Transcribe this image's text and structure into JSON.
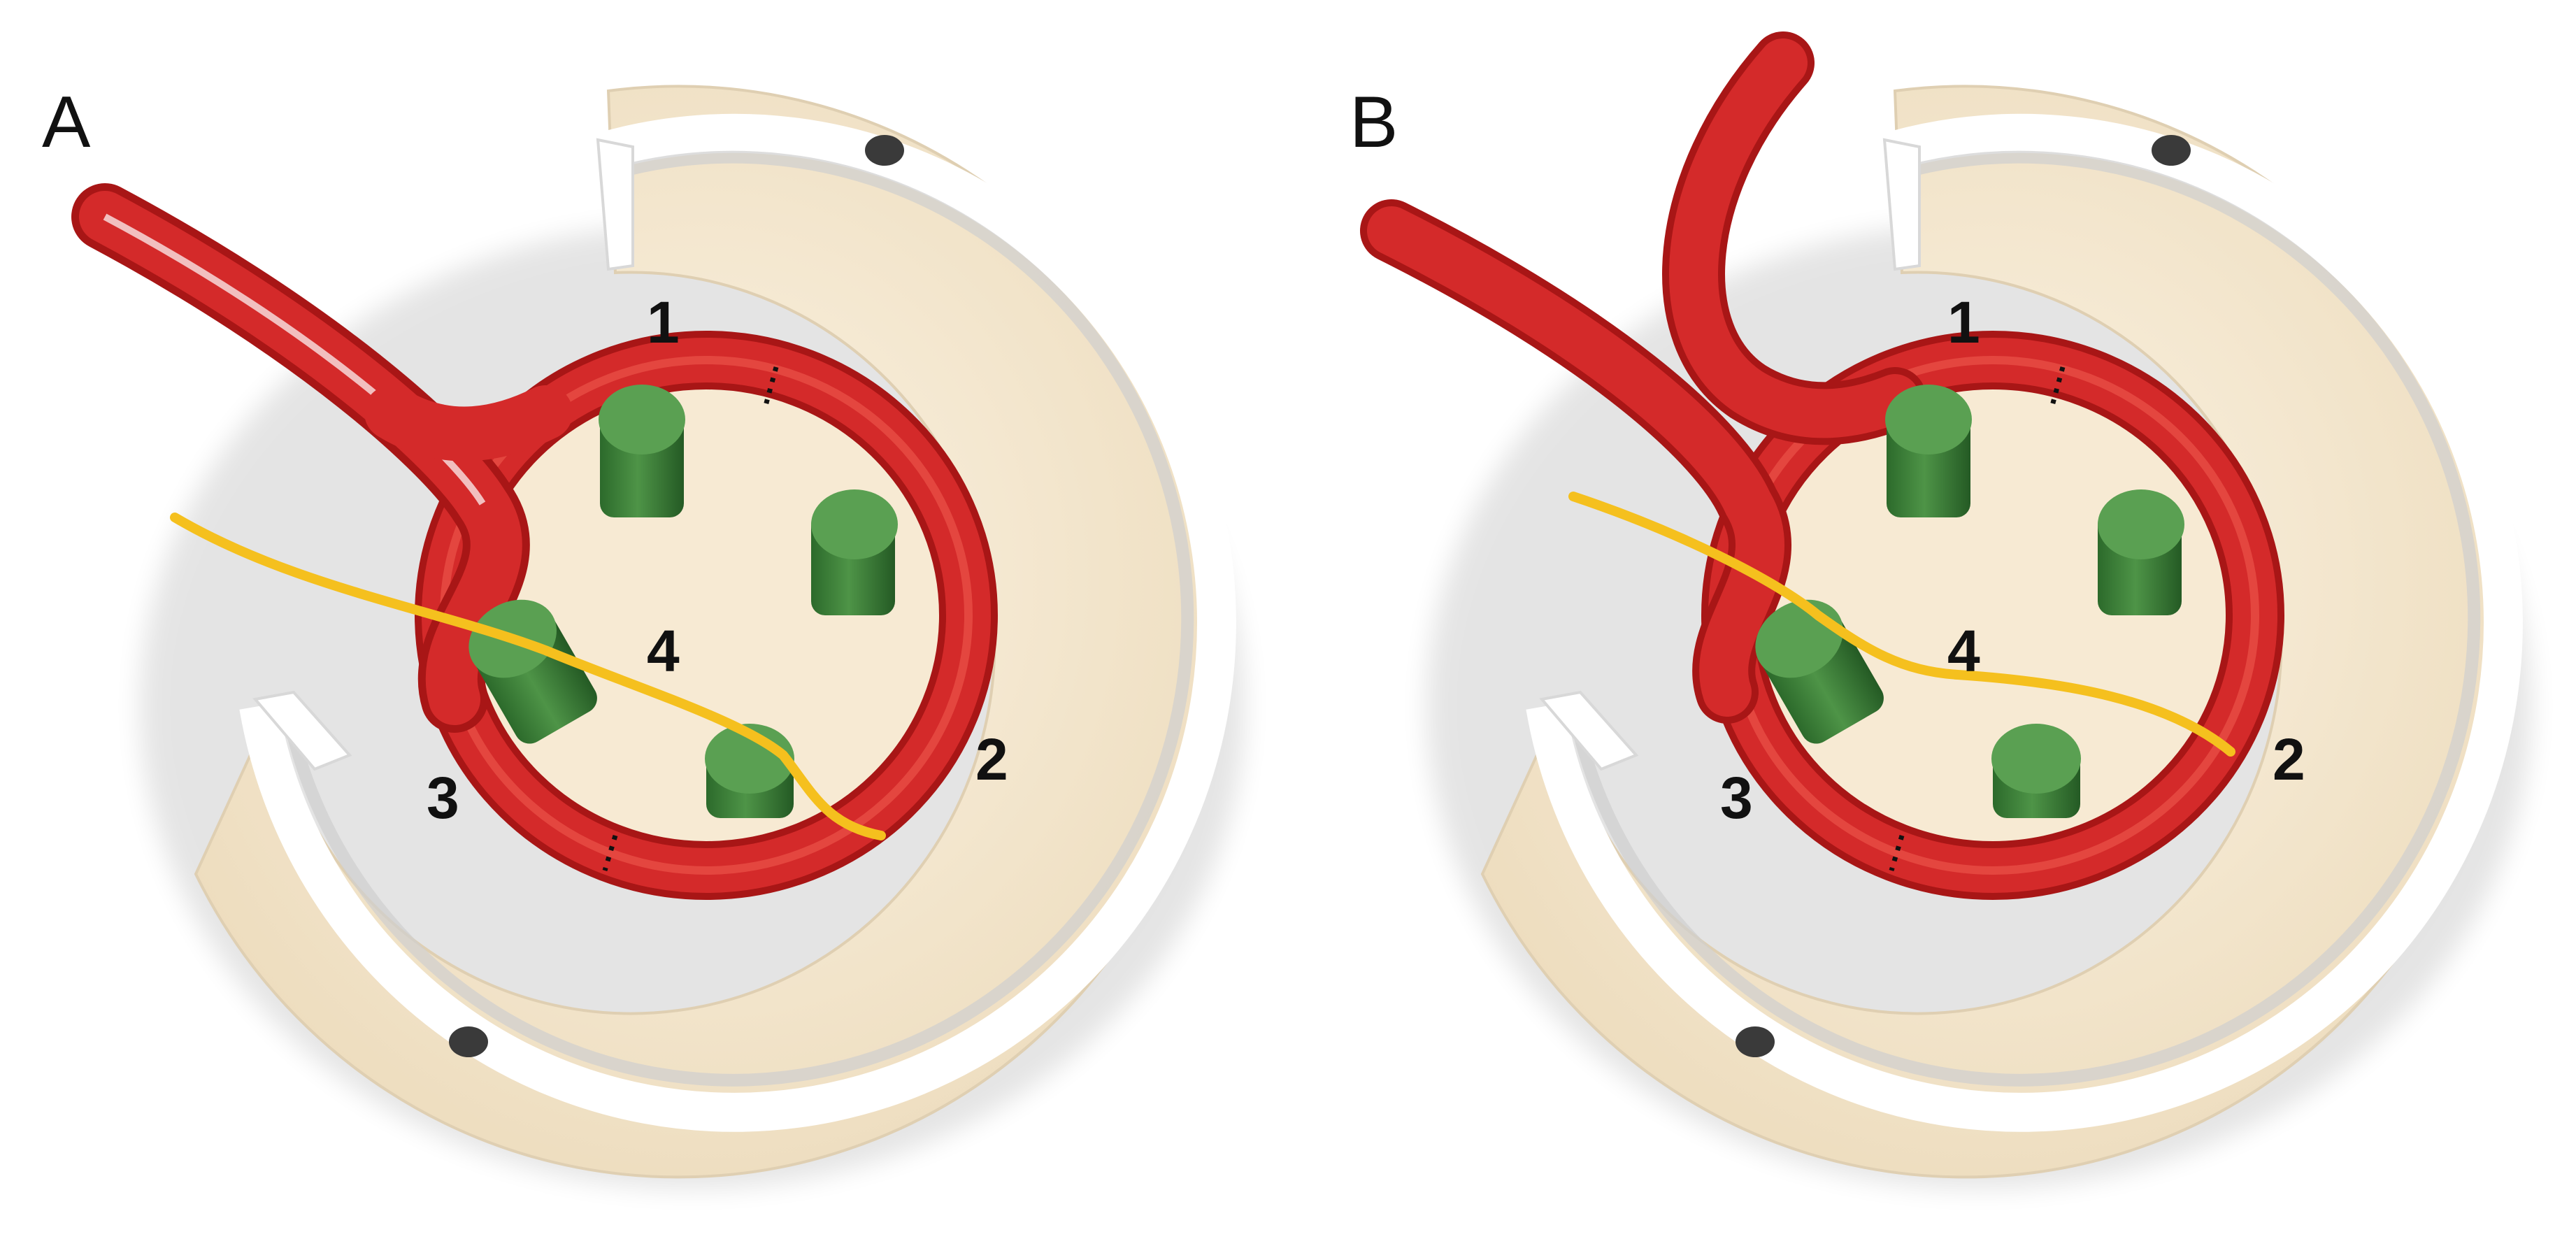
{
  "panels": [
    {
      "id": "A",
      "letter": "A",
      "labels": {
        "p1": "1",
        "p2": "2",
        "p3": "3",
        "p4": "4"
      }
    },
    {
      "id": "B",
      "letter": "B",
      "labels": {
        "p1": "1",
        "p2": "2",
        "p3": "3",
        "p4": "4"
      }
    }
  ],
  "colors": {
    "background": "#ffffff",
    "base_plate": "#f4e8d2",
    "base_plate_shade": "#e6d6b8",
    "groove": "#c9c9c9",
    "vessel": "#d42a2a",
    "vessel_dark": "#a81616",
    "pin": "#3c7f3a",
    "pin_top": "#5aa052",
    "wire": "#f5c01e"
  },
  "icons": {
    "vessel": "red-tube",
    "pin": "green-cylinder",
    "wire": "yellow-guidewire",
    "hole": "screw-hole"
  }
}
